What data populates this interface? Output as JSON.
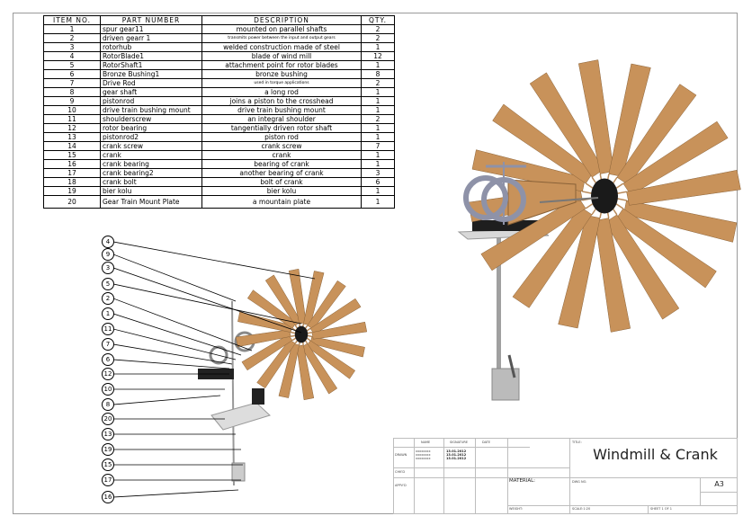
{
  "bom": {
    "headers": {
      "item": "ITEM NO.",
      "part": "PART NUMBER",
      "desc": "DESCRIPTION",
      "qty": "QTY."
    },
    "rows": [
      {
        "item": "1",
        "part": "spur gear11",
        "desc": "mounted on parallel shafts",
        "qty": "2"
      },
      {
        "item": "2",
        "part": "driven gearr 1",
        "desc": "transmits power between the input and output gears",
        "qty": "2"
      },
      {
        "item": "3",
        "part": "rotorhub",
        "desc": "welded construction made of steel",
        "qty": "1"
      },
      {
        "item": "4",
        "part": "RotorBlade1",
        "desc": "blade of wind mill",
        "qty": "12"
      },
      {
        "item": "5",
        "part": "RotorShaft1",
        "desc": "attachment point for rotor blades",
        "qty": "1"
      },
      {
        "item": "6",
        "part": "Bronze Bushing1",
        "desc": "bronze bushing",
        "qty": "8"
      },
      {
        "item": "7",
        "part": "Drive Rod",
        "desc": "used in torque applications",
        "qty": "2"
      },
      {
        "item": "8",
        "part": "gear shaft",
        "desc": "a long rod",
        "qty": "1"
      },
      {
        "item": "9",
        "part": "pistonrod",
        "desc": "joins a piston to the crosshead",
        "qty": "1"
      },
      {
        "item": "10",
        "part": "drive train bushing mount",
        "desc": "drive train bushing mount",
        "qty": "1"
      },
      {
        "item": "11",
        "part": "shoulderscrew",
        "desc": "an integral shoulder",
        "qty": "2"
      },
      {
        "item": "12",
        "part": "rotor bearing",
        "desc": "tangentially driven rotor shaft",
        "qty": "1"
      },
      {
        "item": "13",
        "part": "pistonrod2",
        "desc": "piston rod",
        "qty": "1"
      },
      {
        "item": "14",
        "part": "crank screw",
        "desc": "crank screw",
        "qty": "7"
      },
      {
        "item": "15",
        "part": "crank",
        "desc": "crank",
        "qty": "1"
      },
      {
        "item": "16",
        "part": "crank bearing",
        "desc": "bearing of crank",
        "qty": "1"
      },
      {
        "item": "17",
        "part": "crank bearing2",
        "desc": "another bearing of crank",
        "qty": "3"
      },
      {
        "item": "18",
        "part": "crank bolt",
        "desc": "bolt of crank",
        "qty": "6"
      },
      {
        "item": "19",
        "part": "bier kolu",
        "desc": "bier kolu",
        "qty": "1"
      },
      {
        "item": "20",
        "part": "Gear Train Mount Plate",
        "desc": "a mountain plate",
        "qty": "1"
      }
    ]
  },
  "balloons": [
    "4",
    "9",
    "3",
    "5",
    "2",
    "1",
    "11",
    "7",
    "6",
    "12",
    "10",
    "8",
    "20",
    "13",
    "19",
    "15",
    "17",
    "16"
  ],
  "title_block": {
    "title": "Windmill & Crank",
    "size": "A3",
    "material_label": "MATERIAL:",
    "name_col": "NAME",
    "signature_col": "SIGNATURE",
    "date_col": "DATE",
    "drawn_label": "DRAWN",
    "checked_label": "CHK'D",
    "approved_label": "APPV'D",
    "title_label": "TITLE:",
    "dwg_label": "DWG NO.",
    "weight_label": "WEIGHT:",
    "scale_label": "SCALE:1:20",
    "sheet_label": "SHEET 1 OF 1",
    "drawn_names": [
      "xxxxxxxx",
      "xxxxxxxx",
      "xxxxxxxx"
    ],
    "drawn_dates": [
      "13.01.2012",
      "13.01.2012",
      "13.01.2012"
    ]
  },
  "colors": {
    "blade": "#c8925a",
    "hub": "#1a1a1a",
    "gear": "#8e92a8",
    "frame": "#9a9a9a"
  }
}
